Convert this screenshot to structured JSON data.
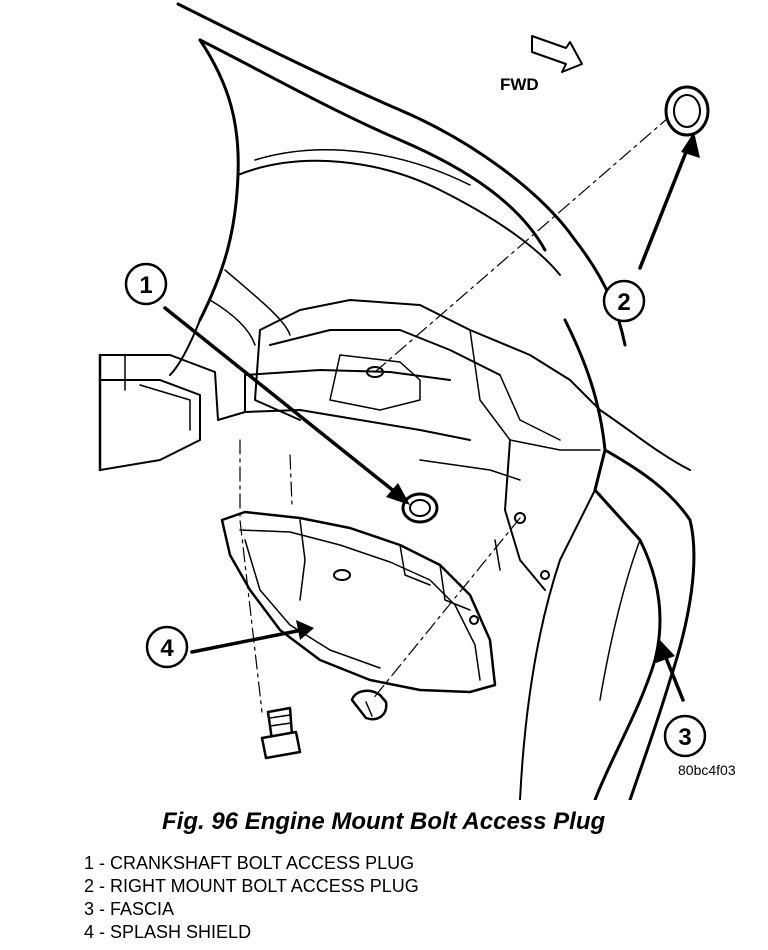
{
  "figure": {
    "fwd_label": "FWD",
    "image_code": "80bc4f03",
    "caption": "Fig. 96 Engine Mount Bolt Access Plug"
  },
  "callouts": [
    {
      "number": "1",
      "name": "CRANKSHAFT BOLT ACCESS PLUG"
    },
    {
      "number": "2",
      "name": "RIGHT MOUNT BOLT ACCESS PLUG"
    },
    {
      "number": "3",
      "name": "FASCIA"
    },
    {
      "number": "4",
      "name": "SPLASH SHIELD"
    }
  ],
  "legend": [
    "1 - CRANKSHAFT BOLT ACCESS PLUG",
    "2 - RIGHT MOUNT BOLT ACCESS PLUG",
    "3 - FASCIA",
    "4 - SPLASH SHIELD"
  ]
}
